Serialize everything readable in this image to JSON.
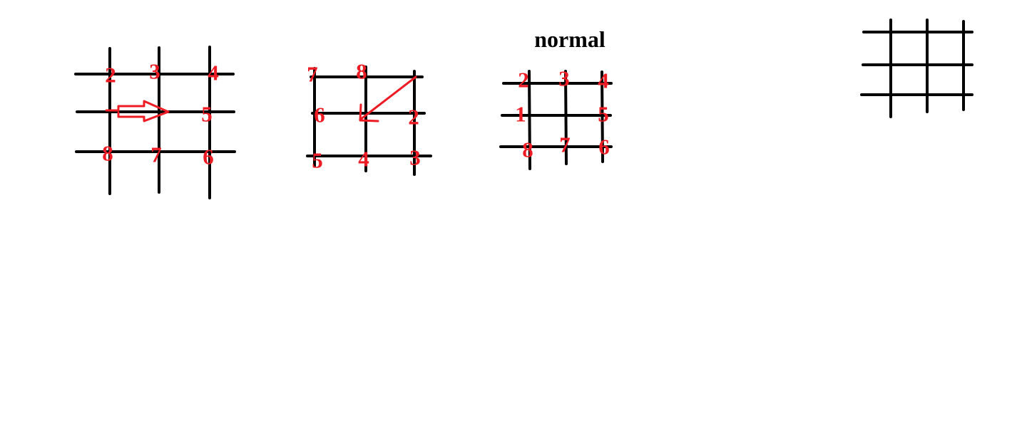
{
  "colors": {
    "line": "#000000",
    "label": "#ed1c24",
    "background": "#ffffff"
  },
  "diagrams": [
    {
      "id": "grid-1",
      "labels": [
        "2",
        "3",
        "4",
        "5",
        "6",
        "7",
        "8"
      ],
      "arrow": "hollow-double-arrow-right"
    },
    {
      "id": "grid-2",
      "labels": [
        "7",
        "8",
        "6",
        "2",
        "5",
        "4",
        "3"
      ],
      "arrow": "diagonal-arrow-down-left"
    },
    {
      "id": "grid-3",
      "title": "normal",
      "labels": [
        "2",
        "3",
        "4",
        "1",
        "5",
        "8",
        "7",
        "6"
      ]
    },
    {
      "id": "grid-4",
      "labels": []
    }
  ]
}
